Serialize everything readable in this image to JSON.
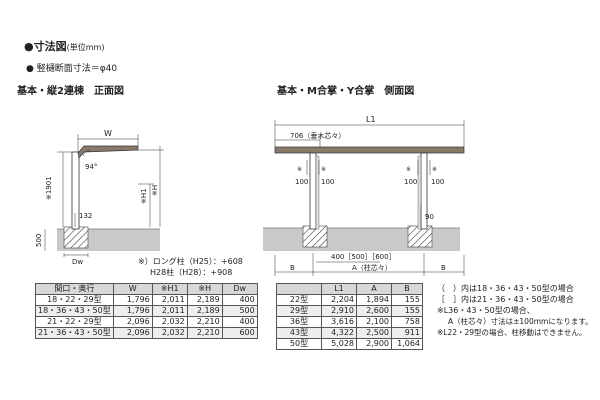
{
  "header": {
    "title": "●寸法図",
    "title_unit": "(単位mm)",
    "note": "● 竪樋断面寸法＝φ40"
  },
  "front_view": {
    "title": "基本・縦2連棟　正面図",
    "labels": {
      "w": "W",
      "angle": "94°",
      "h1901": "※1901",
      "h1": "※H1",
      "h": "※H",
      "dim132": "132",
      "dim500": "500",
      "dw": "Dw"
    },
    "pillar_note_1": "※）ロング柱（H25）：+608",
    "pillar_note_2": "H28柱（H28）：+908"
  },
  "side_view": {
    "title": "基本・M合掌・Y合掌　側面図",
    "labels": {
      "l1": "L1",
      "dim706": "706（垂木芯々）",
      "a1": "※",
      "a1v": "100",
      "a2": "※",
      "a2v": "100",
      "a3": "※",
      "a3v": "100",
      "a4": "※",
      "a4v": "100",
      "dim90": "90",
      "dim400": "400［500］［600］",
      "b_left": "B",
      "a_center": "A（柱芯々）",
      "b_right": "B"
    }
  },
  "front_table": {
    "headers": [
      "間口・奥行",
      "W",
      "※H1",
      "※H",
      "Dw"
    ],
    "rows": [
      [
        "18・22・29型",
        "1,796",
        "2,011",
        "2,189",
        "400"
      ],
      [
        "18・36・43・50型",
        "1,796",
        "2,011",
        "2,189",
        "500"
      ],
      [
        "21・22・29型",
        "2,096",
        "2,032",
        "2,210",
        "400"
      ],
      [
        "21・36・43・50型",
        "2,096",
        "2,032",
        "2,210",
        "600"
      ]
    ]
  },
  "side_table": {
    "headers": [
      "",
      "L1",
      "A",
      "B"
    ],
    "rows": [
      [
        "22型",
        "2,204",
        "1,894",
        "155"
      ],
      [
        "29型",
        "2,910",
        "2,600",
        "155"
      ],
      [
        "36型",
        "3,616",
        "2,100",
        "758"
      ],
      [
        "43型",
        "4,322",
        "2,500",
        "911"
      ],
      [
        "50型",
        "5,028",
        "2,900",
        "1,064"
      ]
    ]
  },
  "notes": [
    "（　）内は18・36・43・50型の場合",
    "［　］内は21・36・43・50型の場合",
    "※L36・43・50型の場合、",
    "A（柱芯々）寸法は±100mmになります。",
    "※L22・29型の場合、柱移動はできません。"
  ]
}
